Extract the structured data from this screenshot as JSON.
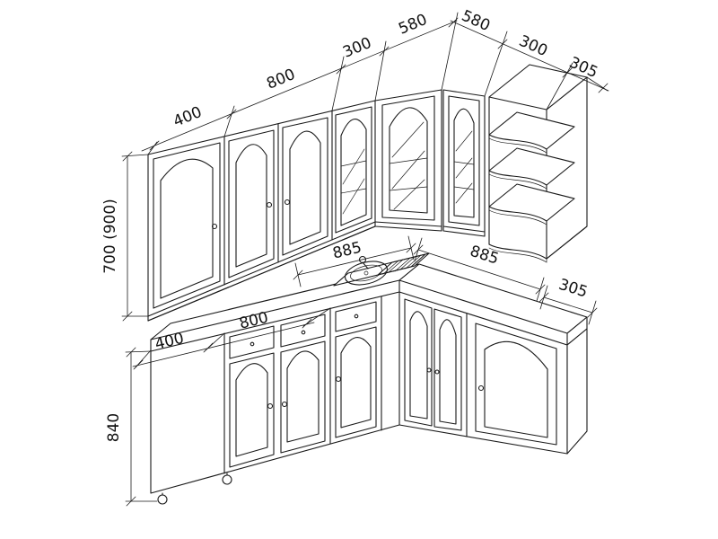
{
  "page": {
    "background": "#ffffff",
    "line_color": "#1a1a1a"
  },
  "dimensions": {
    "upper_run_left": {
      "a400": "400",
      "a800": "800",
      "a300": "300",
      "a580": "580"
    },
    "upper_run_right": {
      "b580": "580",
      "b300": "300",
      "b305": "305"
    },
    "upper_height": "700 (900)",
    "counter_left": "885",
    "counter_right": "885",
    "counter_end_depth": "305",
    "base_run_left": {
      "c400": "400",
      "c800": "800"
    },
    "base_height": "840"
  }
}
